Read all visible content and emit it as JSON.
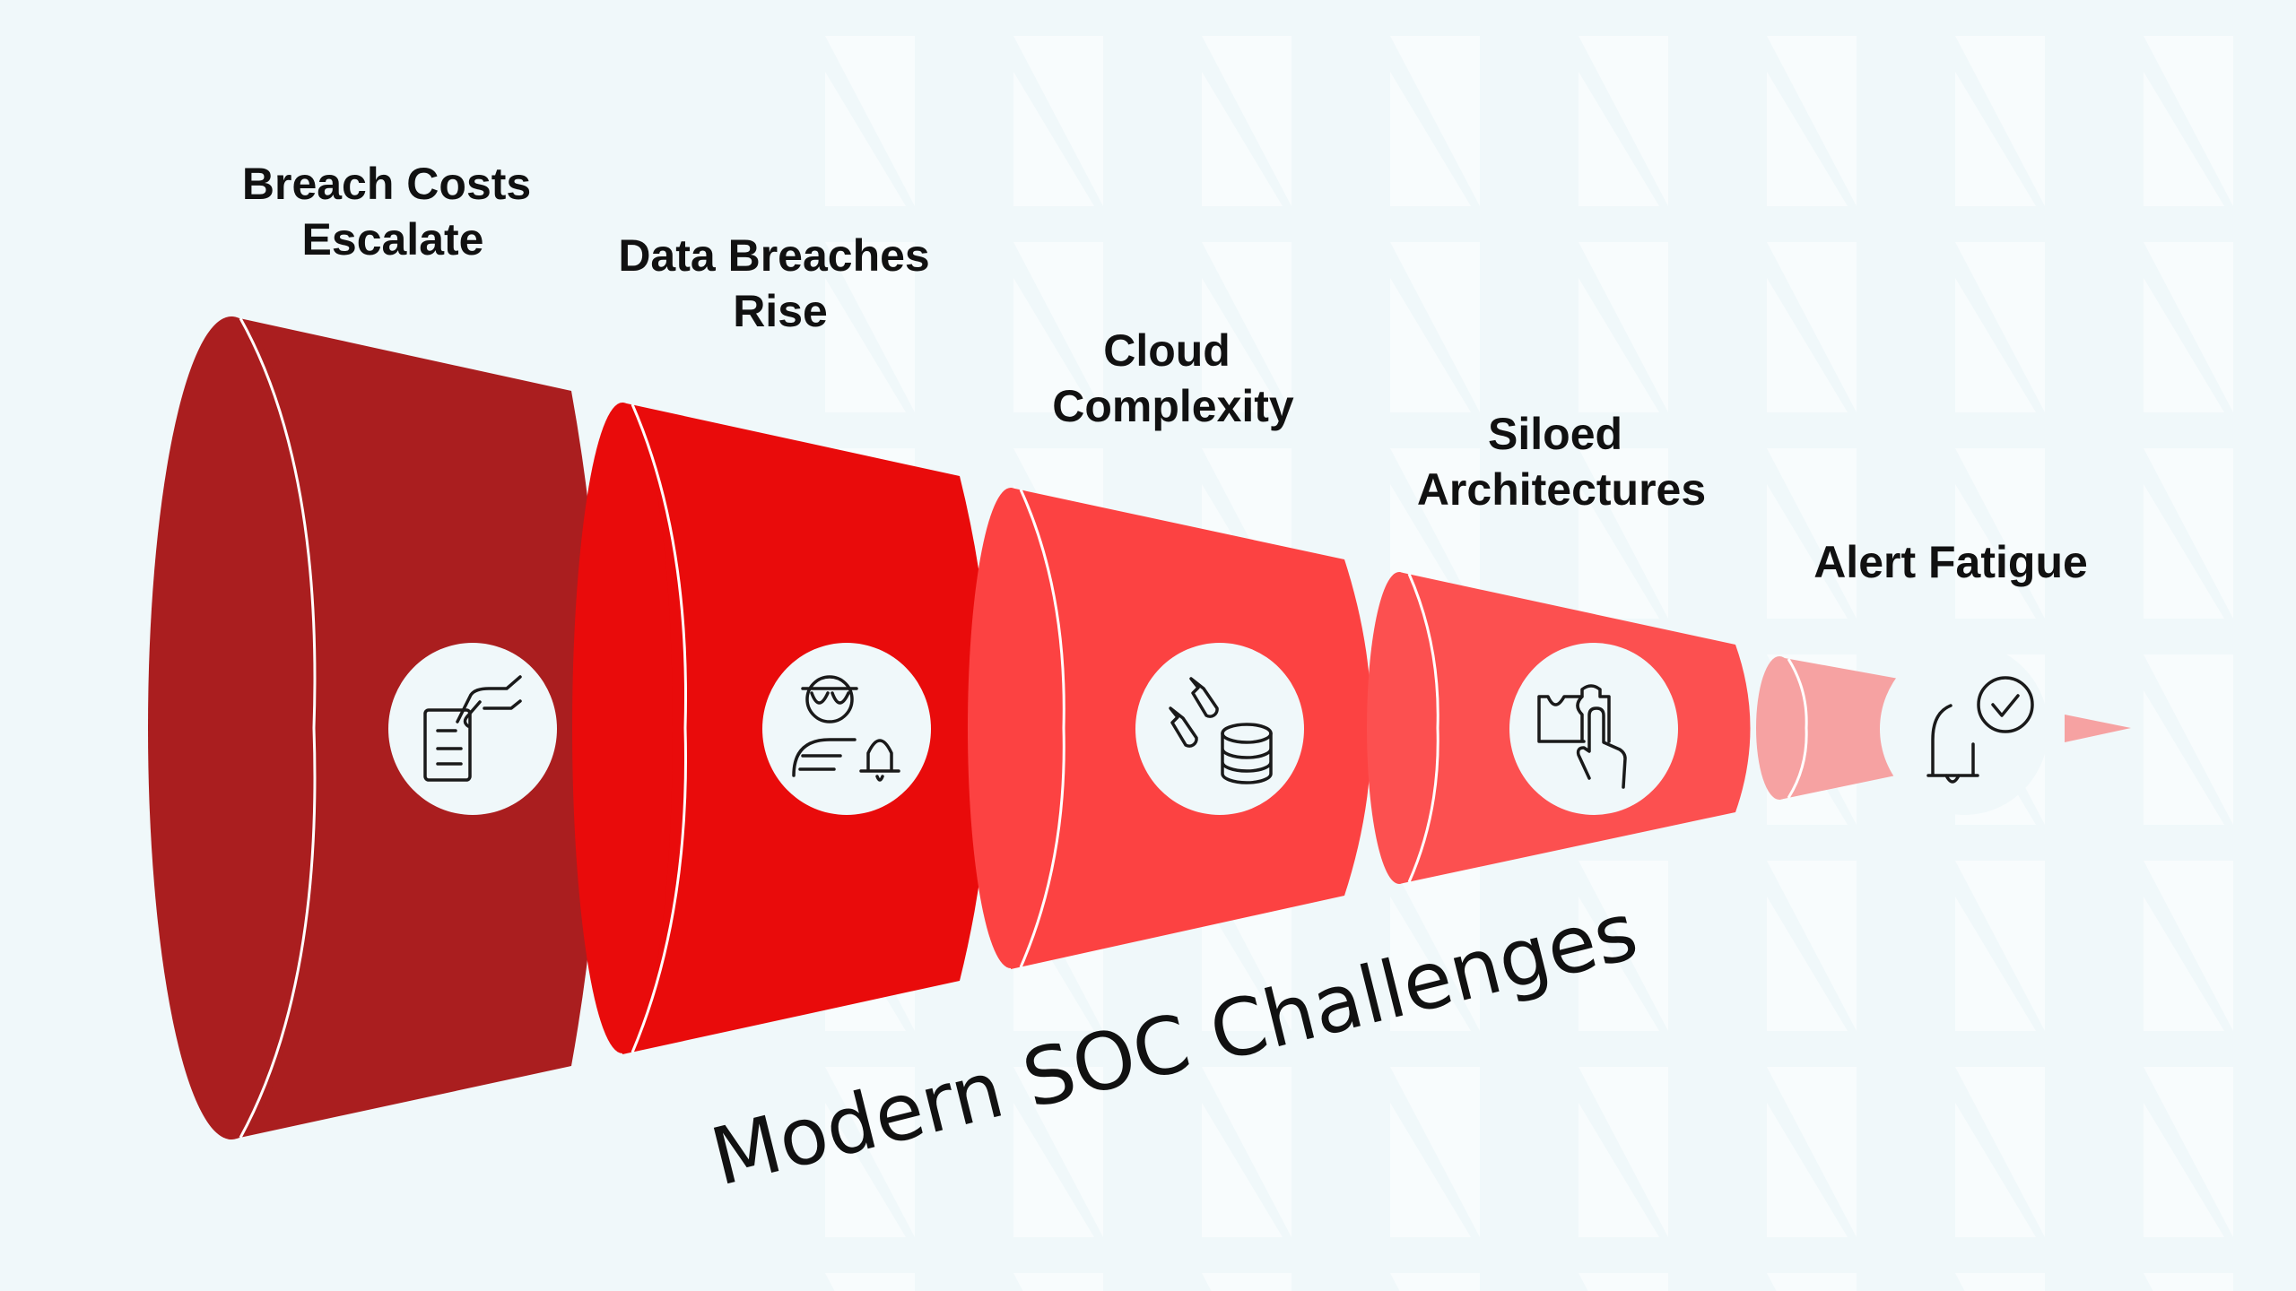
{
  "title": "Modern SOC Challenges",
  "stages": [
    {
      "label_lines": [
        "Breach Costs",
        "Escalate"
      ],
      "icon": "hand-document-icon",
      "color": "#AA1E1F"
    },
    {
      "label_lines": [
        "Data Breaches",
        "Rise"
      ],
      "icon": "hacker-bell-icon",
      "color": "#E90B0B"
    },
    {
      "label_lines": [
        "Cloud",
        "Complexity"
      ],
      "icon": "missile-database-icon",
      "color": "#FC4242"
    },
    {
      "label_lines": [
        "Siloed",
        "Architectures"
      ],
      "icon": "puzzle-hand-icon",
      "color": "#FC5050"
    },
    {
      "label_lines": [
        "Alert Fatigue"
      ],
      "icon": "bell-check-icon",
      "color": "#F6A2A2"
    }
  ]
}
